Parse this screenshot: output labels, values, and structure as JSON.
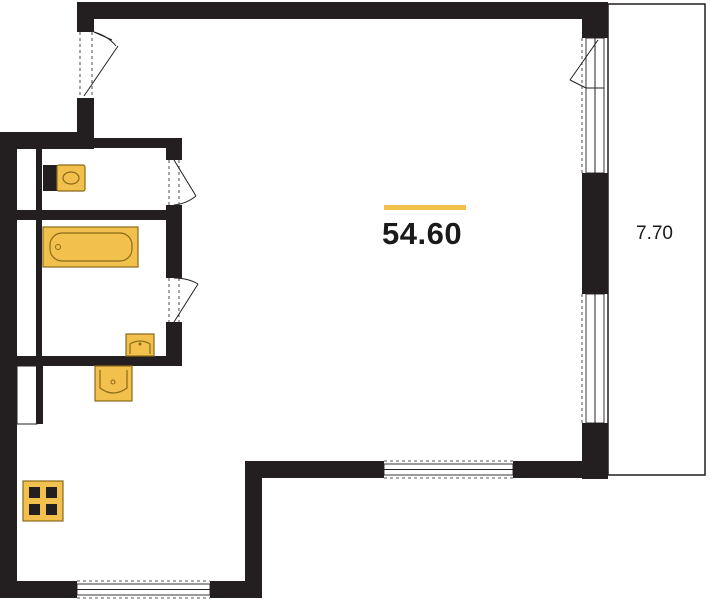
{
  "colors": {
    "wall": "#231f20",
    "fixture": "#f2c04c",
    "accent_bar": "#f2c04c",
    "background": "#ffffff"
  },
  "rooms": {
    "main": {
      "area_label": "54.60"
    },
    "balcony": {
      "area_label": "7.70"
    }
  },
  "fixtures": [
    "toilet",
    "bathtub",
    "sink-bathroom",
    "sink-hall",
    "stove"
  ],
  "icons": [
    "door-swing-icon",
    "window-icon"
  ]
}
